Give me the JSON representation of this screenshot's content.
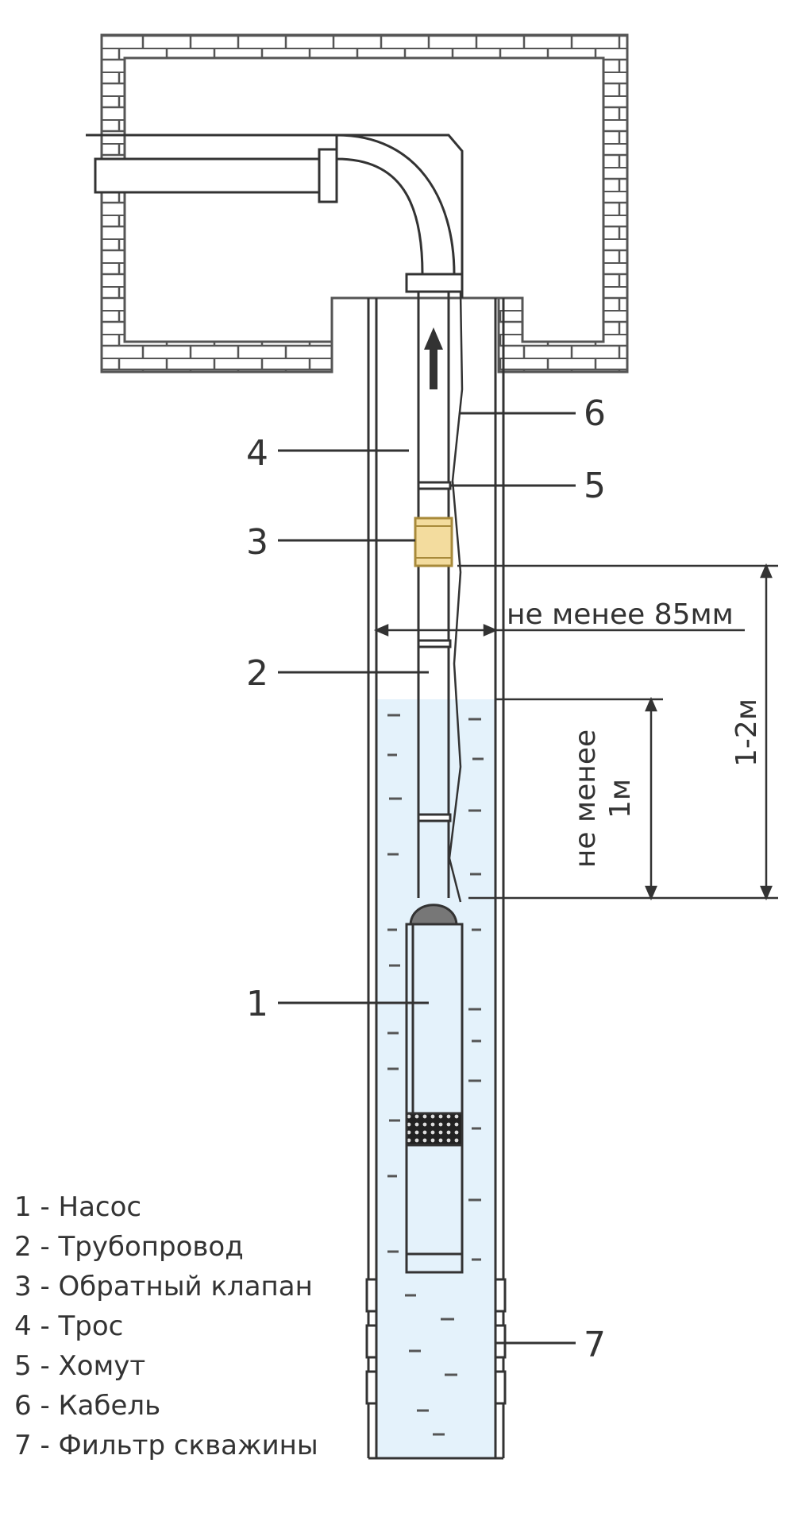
{
  "callouts": {
    "pump": "1",
    "pipeline": "2",
    "check_valve": "3",
    "rope": "4",
    "clamp": "5",
    "cable": "6",
    "well_filter": "7"
  },
  "dimensions": {
    "diameter": "не менее 85мм",
    "depth_line1": "не менее",
    "depth_line2": "1м",
    "range": "1-2м"
  },
  "legend": [
    "1 - Насос",
    "2 - Трубопровод",
    "3 - Обратный клапан",
    "4 - Трос",
    "5 - Хомут",
    "6 - Кабель",
    "7 - Фильтр скважины"
  ],
  "colors": {
    "line": "#333333",
    "brick": "#555555",
    "water": "#e4f2fb",
    "valve": "#f3dc9e",
    "valve_stroke": "#a88a3a"
  }
}
